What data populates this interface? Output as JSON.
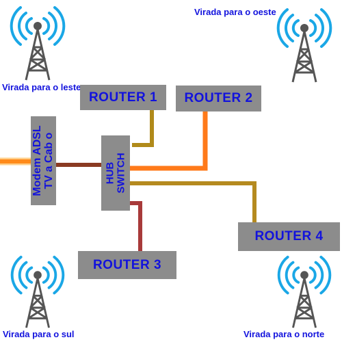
{
  "antennas": {
    "east": {
      "caption": "Virada para o leste"
    },
    "west": {
      "caption": "Virada para o oeste"
    },
    "south": {
      "caption": "Virada para o sul"
    },
    "north": {
      "caption": "Virada para o norte"
    }
  },
  "devices": {
    "modem": {
      "line1": "Modem ADSL",
      "line2": "TV a Cab o"
    },
    "hub": {
      "line1": "HUB",
      "line2": "SWITCH"
    },
    "router1": "ROUTER 1",
    "router2": "ROUTER 2",
    "router3": "ROUTER 3",
    "router4": "ROUTER 4"
  },
  "colors": {
    "label_text": "#1212dd",
    "box_fill": "#8c8c8c",
    "cable_router1": "#b08a1a",
    "cable_router2": "#ff7a1a",
    "cable_router3": "#a83a3a",
    "cable_router4": "#b58a1f",
    "cable_modem_hub": "#8a3a22",
    "cable_incoming": "#ff8a1a"
  }
}
